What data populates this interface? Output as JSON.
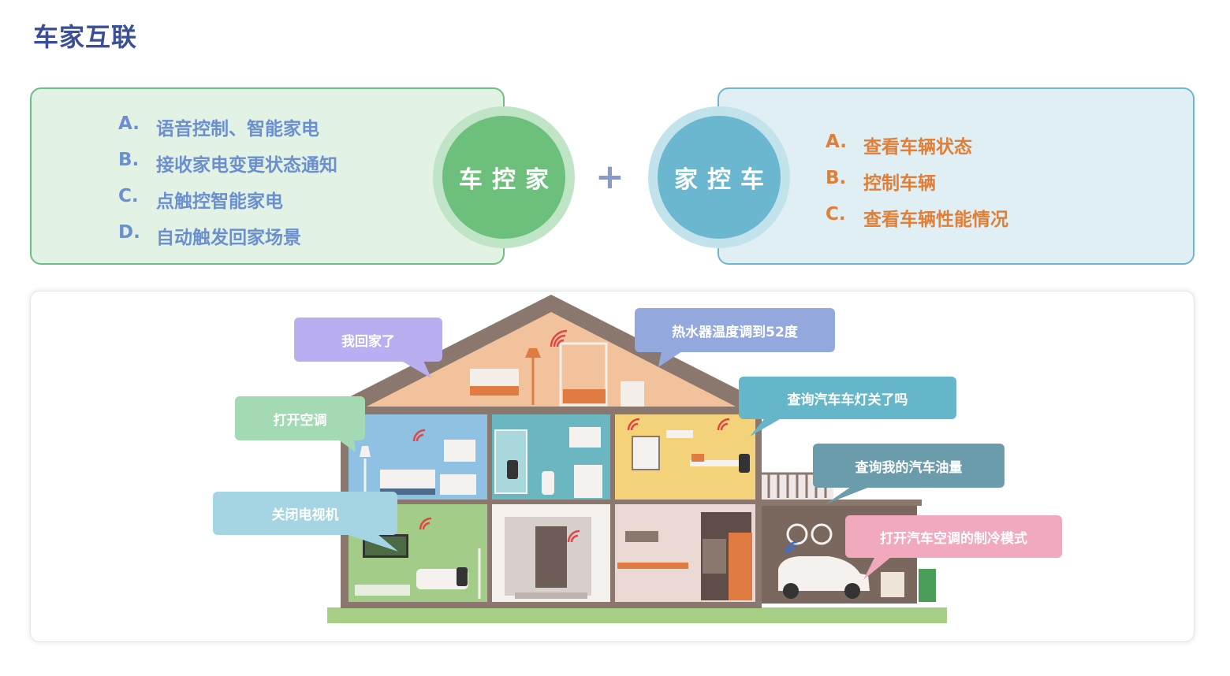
{
  "title": "车家互联",
  "car_controls_home": {
    "label": "车控家",
    "items": [
      {
        "letter": "A.",
        "text": "语音控制、智能家电"
      },
      {
        "letter": "B.",
        "text": "接收家电变更状态通知"
      },
      {
        "letter": "C.",
        "text": "点触控智能家电"
      },
      {
        "letter": "D.",
        "text": "自动触发回家场景"
      }
    ]
  },
  "plus": "+",
  "home_controls_car": {
    "label": "家控车",
    "items": [
      {
        "letter": "A.",
        "text": "查看车辆状态"
      },
      {
        "letter": "B.",
        "text": "控制车辆"
      },
      {
        "letter": "C.",
        "text": "查看车辆性能情况"
      }
    ]
  },
  "bubbles": {
    "home": "我回家了",
    "heater": "热水器温度调到52度",
    "ac": "打开空调",
    "car_light": "查询汽车车灯关了吗",
    "fuel": "查询我的汽车油量",
    "tv": "关闭电视机",
    "car_ac": "打开汽车空调的制冷模式"
  },
  "colors": {
    "title": "#3a4f96",
    "green": "#6cc07c",
    "blue": "#6ab7cf",
    "left_list": "#6b8fd0",
    "right_list": "#e07f38"
  }
}
